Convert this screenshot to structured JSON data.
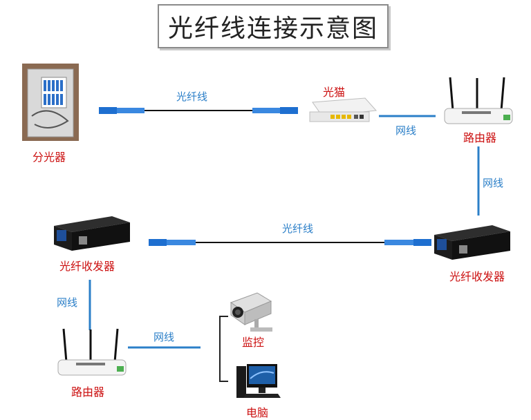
{
  "title": "光纤线连接示意图",
  "labels": {
    "splitter": "分光器",
    "fiber_top": "光纤线",
    "modem": "光猫",
    "cable_modem_router": "网线",
    "router_top": "路由器",
    "cable_router_transceiver": "网线",
    "fiber_middle": "光纤线",
    "transceiver_left": "光纤收发器",
    "transceiver_right": "光纤收发器",
    "cable_transceiver_router": "网线",
    "router_bottom": "路由器",
    "cable_router_devices": "网线",
    "camera": "监控",
    "computer": "电脑"
  },
  "colors": {
    "cable": "#2b7fc8",
    "label_device": "#cc1111",
    "label_cable": "#2b7fc8",
    "fiber_connector": "#1e6fd0",
    "fiber_line": "#111111"
  }
}
